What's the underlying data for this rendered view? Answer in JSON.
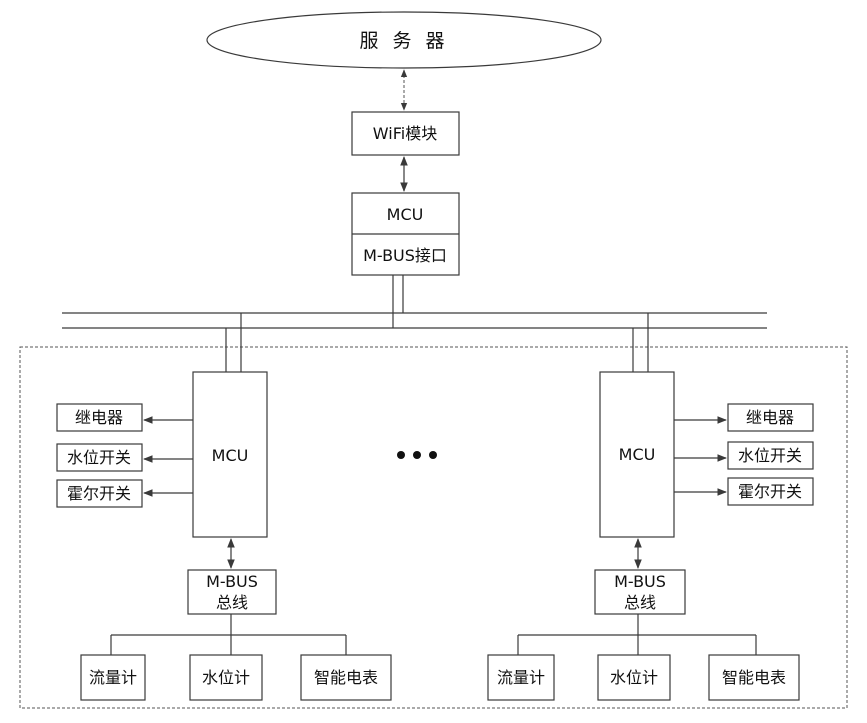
{
  "server": "服 务 器",
  "wifi_module": "WiFi模块",
  "mcu": "MCU",
  "mbus_interface": "M-BUS接口",
  "node_mcu": "MCU",
  "outputs": [
    "继电器",
    "水位开关",
    "霍尔开关"
  ],
  "mbus_bus": [
    "M-BUS",
    "总线"
  ],
  "meters": [
    "流量计",
    "水位计",
    "智能电表"
  ],
  "colors": {
    "line": "#3a3a3a",
    "text": "#111111",
    "background": "#ffffff"
  }
}
